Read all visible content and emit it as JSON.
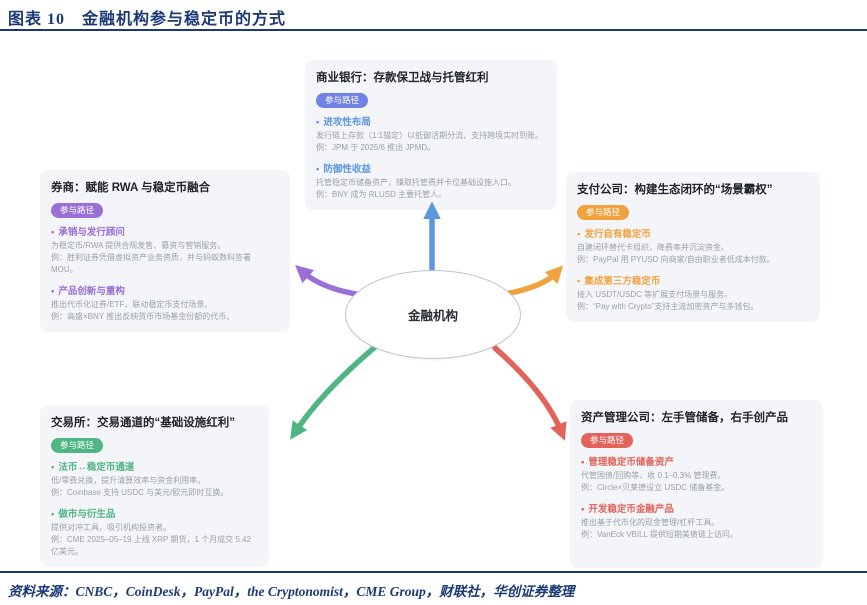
{
  "header": {
    "title": "图表 10　金融机构参与稳定币的方式"
  },
  "center": {
    "label": "金融机构"
  },
  "badge_label": "参与路径",
  "bullet_glyph": "•",
  "colors": {
    "title_navy": "#1b3a75",
    "bank_blue": "#5e96e0",
    "broker_purple": "#9a6fd6",
    "payment_orange": "#f0a23e",
    "exchange_green": "#4fb585",
    "asset_red": "#e2635c",
    "card_bg": "#f4f5f8"
  },
  "boxes": {
    "bank": {
      "title": "商业银行：存款保卫战与托管红利",
      "items": [
        {
          "title": "进攻性布局",
          "lines": [
            "发行链上存款（1:1锚定）以抵御活期分流、支持跨境实时到账。",
            "例：JPM 于 2025/6 推出 JPMD。"
          ]
        },
        {
          "title": "防御性收益",
          "lines": [
            "托管稳定币储备资产，赚取托管费并卡位基础设施入口。",
            "例：BNY 成为 RLUSD 主要托管人。"
          ]
        }
      ]
    },
    "broker": {
      "title": "券商：赋能 RWA 与稳定币融合",
      "items": [
        {
          "title": "承销与发行顾问",
          "lines": [
            "为稳定币/RWA 提供合规发售、募资与营销服务。",
            "例：胜利证券凭借虚拟资产业务资质，并与蚂蚁数科签署 MOU。"
          ]
        },
        {
          "title": "产品创新与重构",
          "lines": [
            "推出代币化证券/ETF、联动稳定币支付场景。",
            "例：高盛×BNY 推出反映货币市场基金份额的代币。"
          ]
        }
      ]
    },
    "payment": {
      "title": "支付公司：构建生态闭环的“场景霸权”",
      "items": [
        {
          "title": "发行自有稳定币",
          "lines": [
            "自建闭环替代卡组织，降费率并沉淀资金。",
            "例：PayPal 用 PYUSD 向商家/自由职业者低成本付款。"
          ]
        },
        {
          "title": "集成第三方稳定币",
          "lines": [
            "接入 USDT/USDC 等扩展支付场景与服务。",
            "例：“Pay with Crypto”支持主流加密资产与多钱包。"
          ]
        }
      ]
    },
    "exchange": {
      "title": "交易所：交易通道的“基础设施红利”",
      "items": [
        {
          "title": "法币↔稳定币通道",
          "lines": [
            "低/零费兑换，提升清算效率与资金利用率。",
            "例：Coinbase 支持 USDC 与美元/欧元即时互换。"
          ]
        },
        {
          "title": "做市与衍生品",
          "lines": [
            "提供对冲工具，吸引机构投资者。",
            "例：CME 2025–05–19 上线 XRP 期货，1 个月成交 5.42 亿美元。"
          ]
        }
      ]
    },
    "asset": {
      "title": "资产管理公司：左手管储备，右手创产品",
      "items": [
        {
          "title": "管理稳定币储备资产",
          "lines": [
            "代管国债/回购等，收 0.1–0.3% 管理费。",
            "例：Circle×贝莱德设立 USDC 储备基金。"
          ]
        },
        {
          "title": "开发稳定币金融产品",
          "lines": [
            "推出基于代币化的现金管理/杠杆工具。",
            "例：VanEck VBILL 提供短期美债链上访问。"
          ]
        }
      ]
    }
  },
  "footer": {
    "source": "资料来源：CNBC，CoinDesk，PayPal，the Cryptonomist，CME Group，财联社，华创证券整理"
  }
}
